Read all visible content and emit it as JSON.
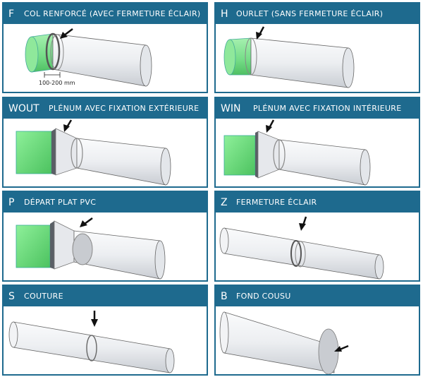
{
  "cards": [
    {
      "code": "F",
      "title": "COL RENFORCÉ (AVEC FERMETURE ÉCLAIR)",
      "dimension": "100-200 mm"
    },
    {
      "code": "H",
      "title": "OURLET (SANS FERMETURE ÉCLAIR)"
    },
    {
      "code": "WOUT",
      "title": "PLÉNUM AVEC FIXATION EXTÉRIEURE"
    },
    {
      "code": "WIN",
      "title": "PLÉNUM AVEC FIXATION INTÉRIEURE"
    },
    {
      "code": "P",
      "title": "DÉPART PLAT PVC"
    },
    {
      "code": "Z",
      "title": "FERMETURE ÉCLAIR"
    },
    {
      "code": "S",
      "title": "COUTURE"
    },
    {
      "code": "B",
      "title": "FOND COUSU"
    }
  ],
  "colors": {
    "header": "#1e6a8e",
    "collar_green": "#7ee08e",
    "duct_fill": "#eef0f3",
    "outline": "#555555"
  }
}
